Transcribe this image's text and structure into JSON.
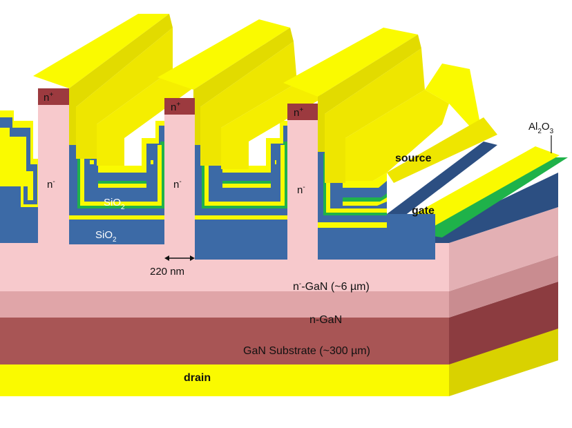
{
  "labels": {
    "n_plus": "n",
    "n_plus_sup": "+",
    "n_minus": "n",
    "n_minus_sup": "-",
    "sio2_upper": "SiO",
    "sio2_upper_sub": "2",
    "sio2_lower": "SiO",
    "sio2_lower_sub": "2",
    "source": "source",
    "gate": "gate",
    "al2o3_a": "Al",
    "al2o3_sub1": "2",
    "al2o3_b": "O",
    "al2o3_sub2": "3",
    "width": "220 nm",
    "drift_a": "n",
    "drift_sup": "-",
    "drift_b": "-GaN (~6 µm)",
    "ngan": "n-GaN",
    "substrate": "GaN Substrate (~300 µm)",
    "drain": "drain"
  },
  "colors": {
    "gold": "#fafa00",
    "gold_side": "#d9d200",
    "blue": "#3c6aa6",
    "blue_side": "#2c4f82",
    "green": "#1fb24a",
    "pink": "#f7c9cc",
    "pink_side": "#e3b0b4",
    "rose": "#e0a5a8",
    "rose_side": "#c98c90",
    "maroon": "#a85555",
    "maroon_side": "#8c3c40",
    "cap": "#9c3a3f"
  }
}
